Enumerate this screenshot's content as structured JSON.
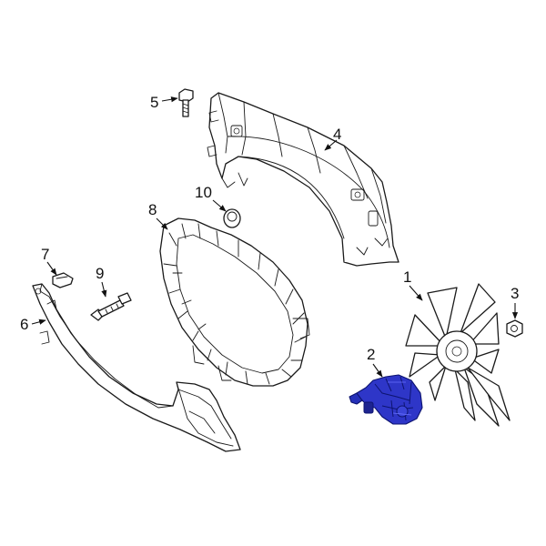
{
  "callouts": {
    "c1": "1",
    "c2": "2",
    "c3": "3",
    "c4": "4",
    "c5": "5",
    "c6": "6",
    "c7": "7",
    "c8": "8",
    "c9": "9",
    "c10": "10"
  },
  "colors": {
    "highlight": "#2e36c8",
    "line": "#1a1a1a",
    "background": "#ffffff"
  }
}
